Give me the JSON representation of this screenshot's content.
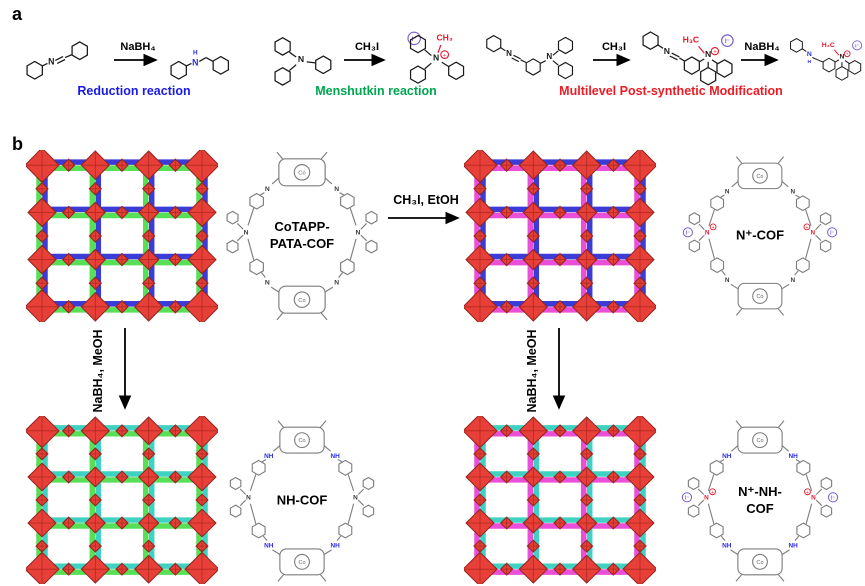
{
  "colors": {
    "reduction_caption": "#1a1ae6",
    "menshutkin_caption": "#00a650",
    "psm_caption": "#ed1c24",
    "amine_blue": "#2a2ae6",
    "methyl_red": "#e8192c",
    "iodide_purple": "#7b5cd6",
    "node_red": "#e84038",
    "skeleton_gray": "#7d7d7d"
  },
  "panel_a": {
    "label": "a",
    "reactions": [
      {
        "reagent": "NaBH₄",
        "caption": "Reduction reaction"
      },
      {
        "reagent": "CH₃I",
        "caption": "Menshutkin reaction"
      },
      {
        "reagent_step1": "CH₃I",
        "reagent_step2": "NaBH₄",
        "caption": "Multilevel Post-synthetic Modification"
      }
    ]
  },
  "panel_b": {
    "label": "b",
    "methylation_arrow_label": "CH₃I, EtOH",
    "reduction_arrow_left_label": "NaBH₄, MeOH",
    "reduction_arrow_right_label": "NaBH₄, MeOH",
    "structures": [
      {
        "name_line1": "CoTAPP-",
        "name_line2": "PATA-COF",
        "link_label": "N",
        "link_color": "#3a3a3a",
        "charged": false
      },
      {
        "name_line1": "N⁺-COF",
        "name_line2": "",
        "link_label": "N",
        "link_color": "#3a3a3a",
        "charged": true
      },
      {
        "name_line1": "NH-COF",
        "name_line2": "",
        "link_label": "NH",
        "link_color": "#2a2ae6",
        "charged": false
      },
      {
        "name_line1": "N⁺-NH-",
        "name_line2": "COF",
        "link_label": "NH",
        "link_color": "#2a2ae6",
        "charged": true
      }
    ],
    "frameworks": [
      {
        "name": "CoTAPP-PATA-COF framework",
        "strut_color_1": "#3b3bd8",
        "strut_color_2": "#57e057"
      },
      {
        "name": "N⁺-COF framework",
        "strut_color_1": "#3b3bd8",
        "strut_color_2": "#ea4fd8"
      },
      {
        "name": "NH-COF framework",
        "strut_color_1": "#3ed2c2",
        "strut_color_2": "#57e057"
      },
      {
        "name": "N⁺-NH-COF framework",
        "strut_color_1": "#3ed2c2",
        "strut_color_2": "#ea4fd8"
      }
    ]
  },
  "glyphs": {
    "N": "N",
    "H": "H",
    "CH3": "CH₃",
    "H3C": "H₃C",
    "plus": "+",
    "iodide": "I⁻",
    "Co": "Co"
  }
}
